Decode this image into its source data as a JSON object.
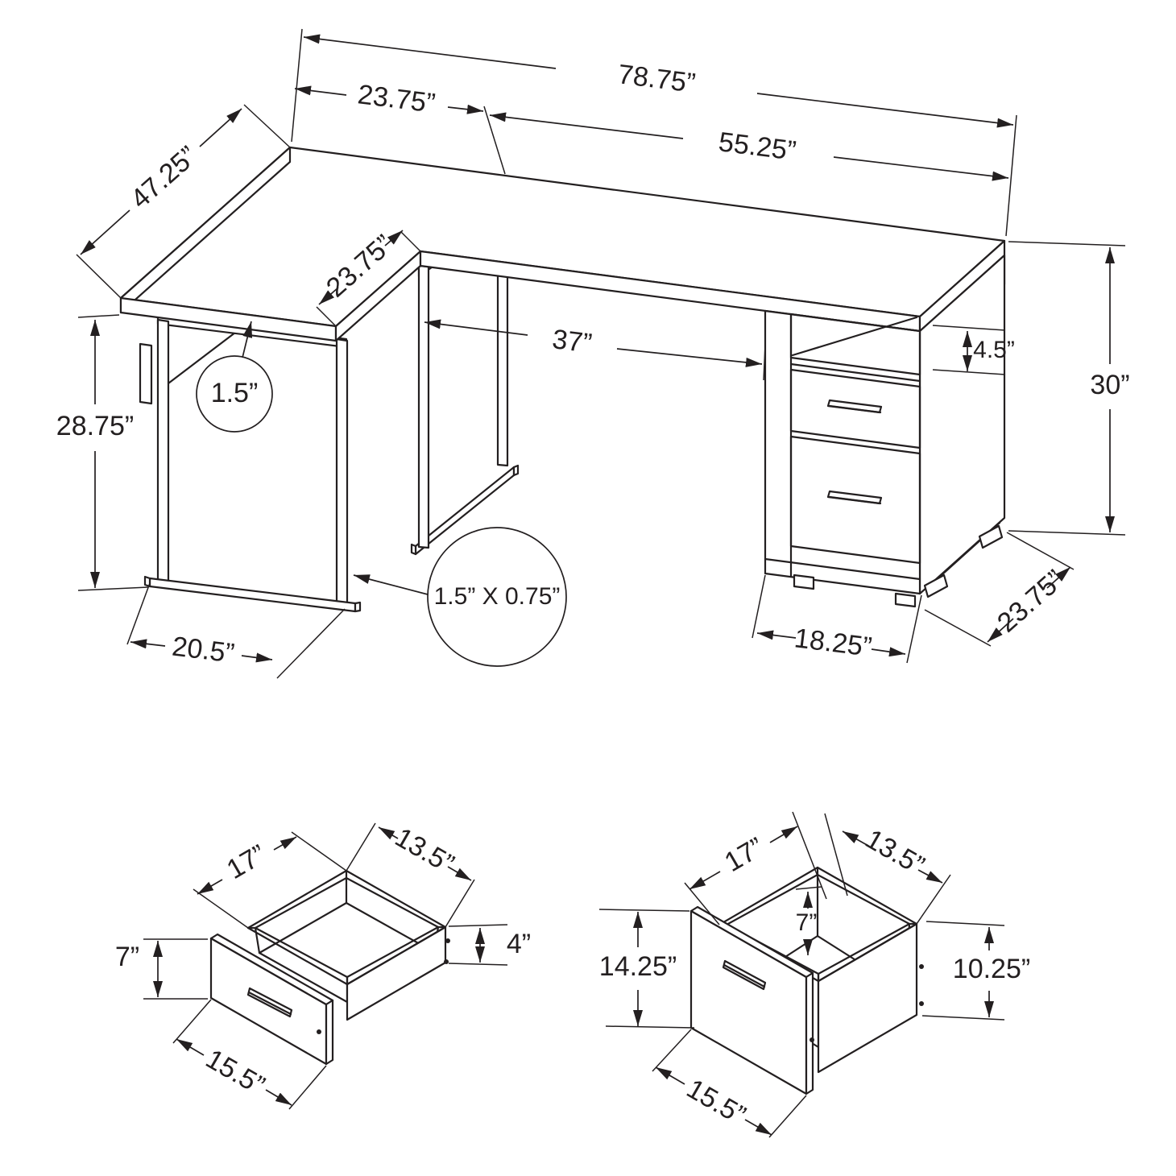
{
  "colors": {
    "background": "#ffffff",
    "line": "#231f20"
  },
  "labels": {
    "desk": {
      "total_width": "78.75”",
      "left_section_width": "23.75”",
      "right_section_width": "55.25”",
      "wing_depth": "47.25”",
      "wing_edge_depth": "23.75”",
      "knee_opening_width": "37”",
      "shelf_opening_height": "4.5”",
      "overall_height": "30”",
      "leg_frame_height": "28.75”",
      "top_thickness_callout": "1.5”",
      "tube_size_callout": "1.5” X 0.75”",
      "leg_frame_width": "20.5”",
      "cabinet_width": "18.25”",
      "cabinet_depth": "23.75”"
    },
    "small_drawer": {
      "inner_width": "17”",
      "inner_depth": "13.5”",
      "front_height": "7”",
      "box_height": "4”",
      "front_width": "15.5”"
    },
    "file_drawer": {
      "inner_width": "17”",
      "inner_depth": "13.5”",
      "inner_height": "7”",
      "front_height": "14.25”",
      "box_height": "10.25”",
      "front_width": "15.5”"
    }
  }
}
